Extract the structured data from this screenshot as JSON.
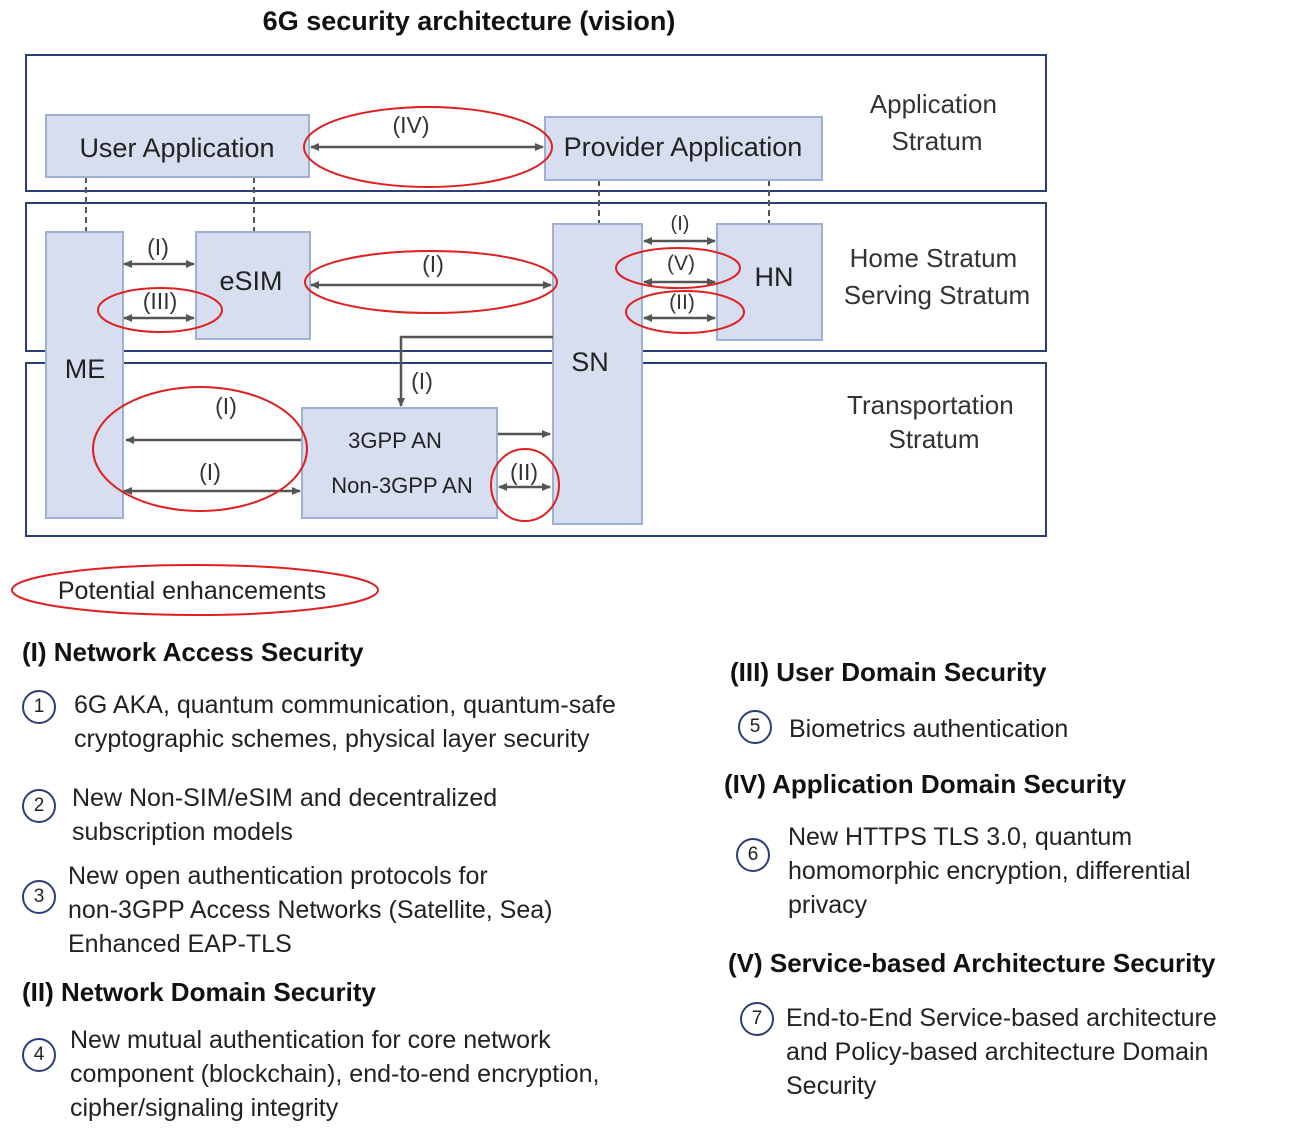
{
  "title": "6G security architecture (vision)",
  "strata": {
    "application": [
      "Application",
      "Stratum"
    ],
    "home_serving": [
      "Home Stratum",
      "Serving Stratum"
    ],
    "transportation": [
      "Transportation",
      "Stratum"
    ]
  },
  "nodes": {
    "user_app": "User Application",
    "provider_app": "Provider Application",
    "me": "ME",
    "esim": "eSIM",
    "sn": "SN",
    "hn": "HN",
    "an_3gpp": "3GPP AN",
    "an_non3gpp": "Non-3GPP AN"
  },
  "link_labels": {
    "ua_pa": "(IV)",
    "me_esim_top": "(I)",
    "me_esim_bottom": "(III)",
    "esim_sn": "(I)",
    "sn_hn_top": "(I)",
    "sn_hn_mid": "(V)",
    "sn_hn_bottom": "(II)",
    "sn_an": "(I)",
    "an_me_top": "(I)",
    "an_me_bottom": "(I)",
    "an_sn": "(II)"
  },
  "legend": "Potential enhancements",
  "sections": {
    "s1": {
      "heading": "(I) Network Access Security",
      "items": [
        {
          "num": "1",
          "lines": [
            "6G AKA, quantum communication, quantum-safe",
            "cryptographic schemes, physical layer security"
          ]
        },
        {
          "num": "2",
          "lines": [
            "New Non-SIM/eSIM and decentralized",
            "subscription models"
          ]
        },
        {
          "num": "3",
          "lines": [
            "New open authentication protocols for",
            "non-3GPP Access Networks (Satellite, Sea)",
            "Enhanced EAP-TLS"
          ]
        }
      ]
    },
    "s2": {
      "heading": "(II) Network Domain Security",
      "items": [
        {
          "num": "4",
          "lines": [
            "New mutual authentication for core network",
            "component (blockchain), end-to-end encryption,",
            "cipher/signaling integrity"
          ]
        }
      ]
    },
    "s3": {
      "heading": "(III) User Domain Security",
      "items": [
        {
          "num": "5",
          "lines": [
            "Biometrics authentication"
          ]
        }
      ]
    },
    "s4": {
      "heading": "(IV) Application Domain Security",
      "items": [
        {
          "num": "6",
          "lines": [
            "New HTTPS TLS 3.0, quantum",
            "homomorphic encryption, differential",
            "privacy"
          ]
        }
      ]
    },
    "s5": {
      "heading": "(V) Service-based Architecture Security",
      "items": [
        {
          "num": "7",
          "lines": [
            "End-to-End Service-based architecture",
            "and Policy-based architecture Domain",
            "Security"
          ]
        }
      ]
    }
  },
  "colors": {
    "stratum_border": "#2c3e7a",
    "box_fill": "#d6def0",
    "box_border": "#9fb0d2",
    "ellipse": "#e02020",
    "arrow": "#555555"
  }
}
